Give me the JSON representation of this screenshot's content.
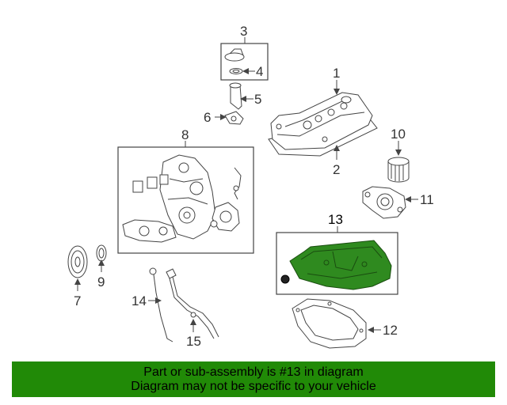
{
  "diagram": {
    "callouts": [
      "1",
      "2",
      "3",
      "4",
      "5",
      "6",
      "7",
      "8",
      "9",
      "10",
      "11",
      "12",
      "13",
      "14",
      "15"
    ],
    "highlight_callout": "13",
    "highlight_color": "#2f8a1f"
  },
  "banner": {
    "line1": "Part or sub-assembly is #13 in diagram",
    "line2": "Diagram may not be specific to your vehicle",
    "background": "#218a07"
  }
}
